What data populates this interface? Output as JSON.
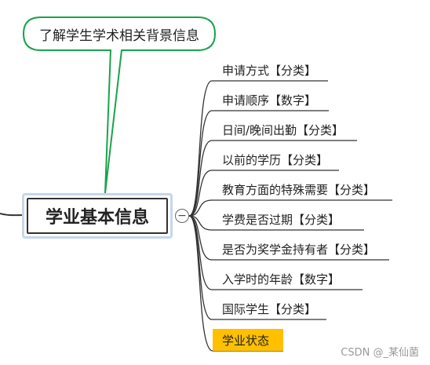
{
  "callout": {
    "text": "了解学生学术相关背景信息"
  },
  "root": {
    "title": "学业基本信息"
  },
  "collapse_toggle": {
    "symbol": "−"
  },
  "branches": [
    "申请方式【分类】",
    "申请顺序【数字】",
    "日间/晚间出勤【分类】",
    "以前的学历【分类】",
    "教育方面的特殊需要【分类】",
    "学费是否过期【分类】",
    "是否为奖学金持有者【分类】",
    "入学时的年龄【数字】",
    "国际学生【分类】"
  ],
  "highlighted_branch": "学业状态",
  "watermark": "CSDN @_某仙菌",
  "colors": {
    "callout_border": "#1aa34a",
    "highlight": "#ffc000",
    "connector": "#333333"
  }
}
